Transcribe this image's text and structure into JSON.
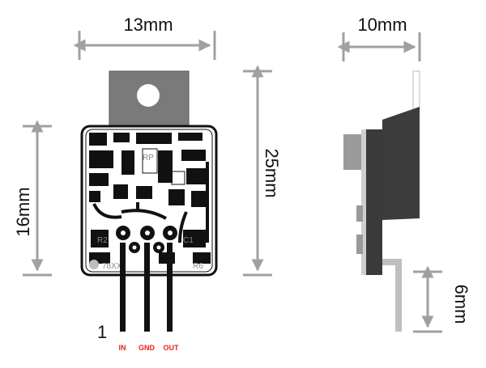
{
  "dimensions": {
    "width_top": "13mm",
    "height_body": "16mm",
    "height_total": "25mm",
    "depth_side": "10mm",
    "pin_length": "6mm"
  },
  "pins": {
    "pin1_marker": "1",
    "labels": [
      "IN",
      "GND",
      "OUT"
    ]
  },
  "pcb_markings": {
    "c1": "C1",
    "r_top": "RP",
    "r2": "R2",
    "r6": "R6",
    "model": "78XX"
  },
  "colors": {
    "dimension_line": "#a0a0a0",
    "pcb": "#ffffff",
    "copper": "#111111",
    "heatsink": "#7a7a7a",
    "side_tab": "#3c3c3c",
    "pin_label": "#e8211b"
  }
}
